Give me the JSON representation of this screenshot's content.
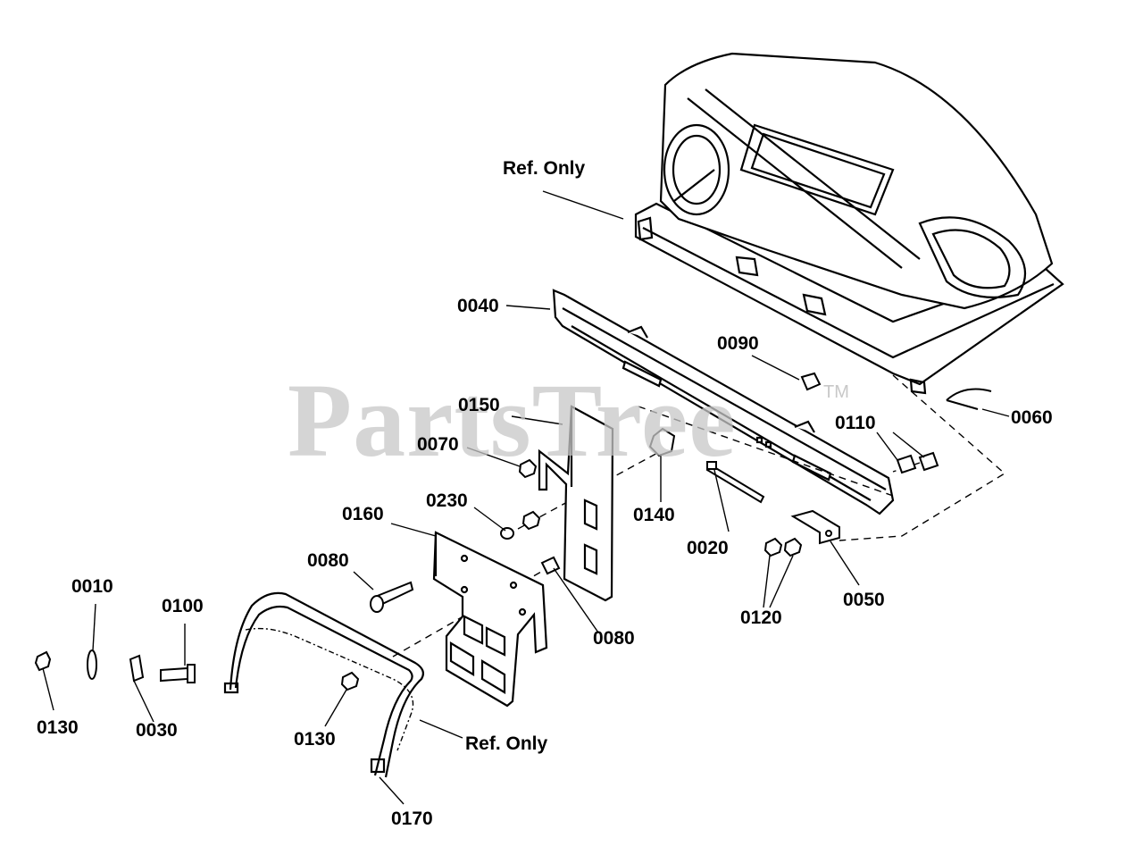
{
  "watermark": {
    "brand": "PartsTree",
    "trademark": "TM"
  },
  "callouts": {
    "ref_only_top": "Ref. Only",
    "p0040": "0040",
    "p0090": "0090",
    "p0060": "0060",
    "p0150": "0150",
    "p0110": "0110",
    "p0070": "0070",
    "p0230": "0230",
    "p0140": "0140",
    "p0160": "0160",
    "p0020": "0020",
    "p0080_left": "0080",
    "p0050": "0050",
    "p0120": "0120",
    "p0010": "0010",
    "p0100": "0100",
    "p0080_right": "0080",
    "p0130_left": "0130",
    "p0030": "0030",
    "p0130_mid": "0130",
    "ref_only_bottom": "Ref. Only",
    "p0170": "0170"
  }
}
